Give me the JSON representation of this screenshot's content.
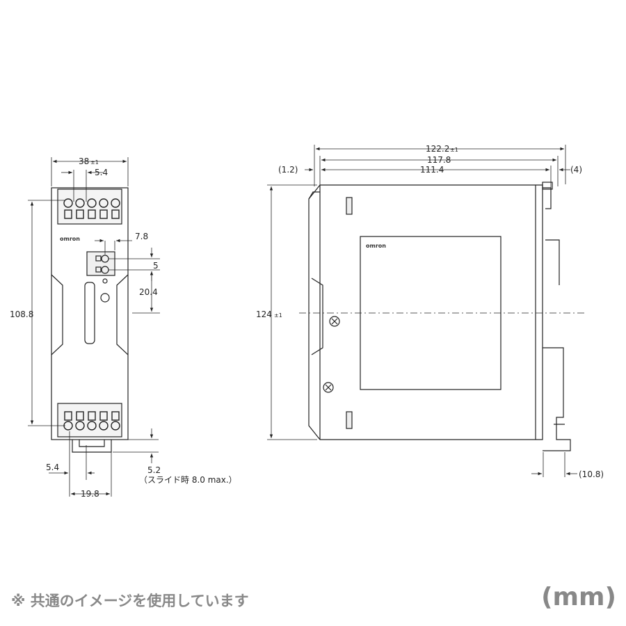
{
  "front_view": {
    "logo": "omron",
    "dims": {
      "width_top": "38",
      "width_top_tol": "±1",
      "terminal_pitch": "5.4",
      "connector_offset": "7.8",
      "connector_pitch": "5",
      "connector_height": "20.4",
      "height": "108.8",
      "bottom_pitch": "5.4",
      "bottom_width": "19.8",
      "slide_depth": "5.2",
      "slide_note": "（スライド時 8.0 max.）"
    }
  },
  "side_view": {
    "logo": "omron",
    "dims": {
      "overall_depth": "122.2",
      "overall_depth_tol": "±1",
      "depth_2": "117.8",
      "depth_3": "111.4",
      "front_gap": "(1.2)",
      "rear_gap": "(4)",
      "height": "124",
      "height_tol": "±1",
      "rail_offset": "(10.8)"
    }
  },
  "footer": {
    "note": "※ 共通のイメージを使用しています",
    "unit": "(mm)"
  }
}
